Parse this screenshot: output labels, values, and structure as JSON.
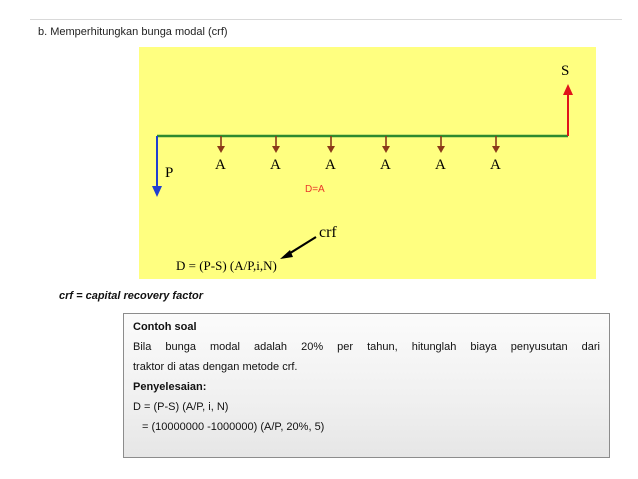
{
  "heading": "b.  Memperhitungkan bunga modal (crf)",
  "diagram": {
    "label_s": "S",
    "label_p": "P",
    "label_a": "A",
    "payment_count": 6,
    "label_d_eq_a": "D=A",
    "label_crf": "crf",
    "formula": "D = (P-S) (A/P,i,N)",
    "colors": {
      "background": "#ffff80",
      "timeline": "#2e8b2e",
      "payment_arrow": "#8b3a1a",
      "p_arrow": "#1f3fd0",
      "s_arrow": "#e0141b",
      "d_eq_a_text": "#e8382b"
    }
  },
  "crf_definition": "crf = capital recovery factor",
  "example": {
    "title": "Contoh soal",
    "line1": "Bila bunga modal adalah 20% per tahun, hitunglah biaya penyusutan dari",
    "line2": "traktor di atas dengan metode crf.",
    "solution_title": "Penyelesaian:",
    "formula_line": "D = (P-S) (A/P, i, N)",
    "calc_line": "= (10000000 -1000000) (A/P, 20%, 5)"
  }
}
